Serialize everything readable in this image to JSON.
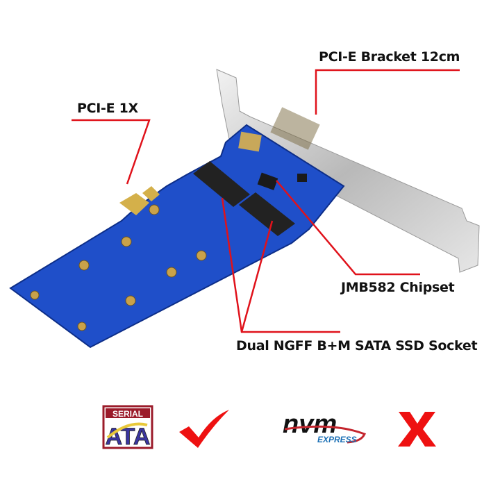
{
  "callouts": {
    "bracket": "PCI-E Bracket 12cm",
    "interface": "PCI-E 1X",
    "chipset": "JMB582 Chipset",
    "socket": "Dual NGFF B+M SATA SSD Socket"
  },
  "compatibility": [
    {
      "logo_text_top": "SERIAL",
      "logo_text_main": "ATA",
      "supported": true,
      "mark_icon": "check-icon"
    },
    {
      "logo_text_top": "nvm",
      "logo_text_main": "EXPRESS",
      "supported": false,
      "mark_icon": "x-icon"
    }
  ],
  "colors": {
    "callout_line": "#e0121b",
    "pcb": "#1f4fc9",
    "mark": "#ee1111"
  }
}
